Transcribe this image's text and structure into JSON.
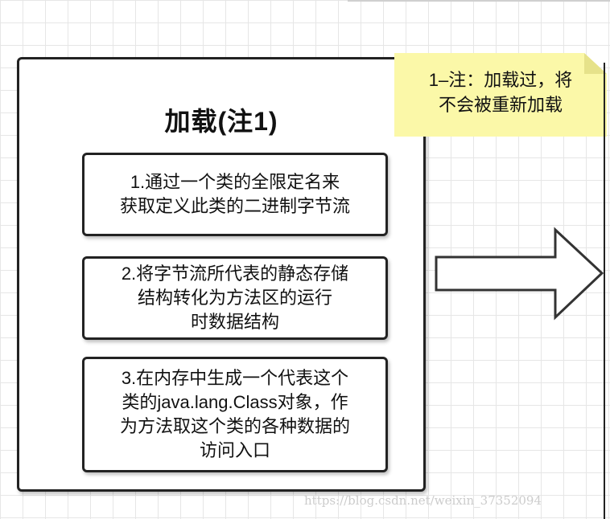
{
  "diagram": {
    "title": "加载(注1)",
    "steps": [
      {
        "text": "1.通过一个类的全限定名来\n获取定义此类的二进制字节流"
      },
      {
        "text": "2.将字节流所代表的静态存储\n结构转化为方法区的运行\n时数据结构"
      },
      {
        "text": "3.在内存中生成一个代表这个\n类的java.lang.Class对象，作\n为方法取这个类的各种数据的\n访问入口"
      }
    ],
    "note": {
      "text": "1–注：加载过，将\n不会被重新加载"
    },
    "watermark": "https://blog.csdn.net/weixin_37352094"
  },
  "colors": {
    "note_fill": "#fbf8a8",
    "border": "#222222",
    "grid": "#e6e6e6"
  }
}
